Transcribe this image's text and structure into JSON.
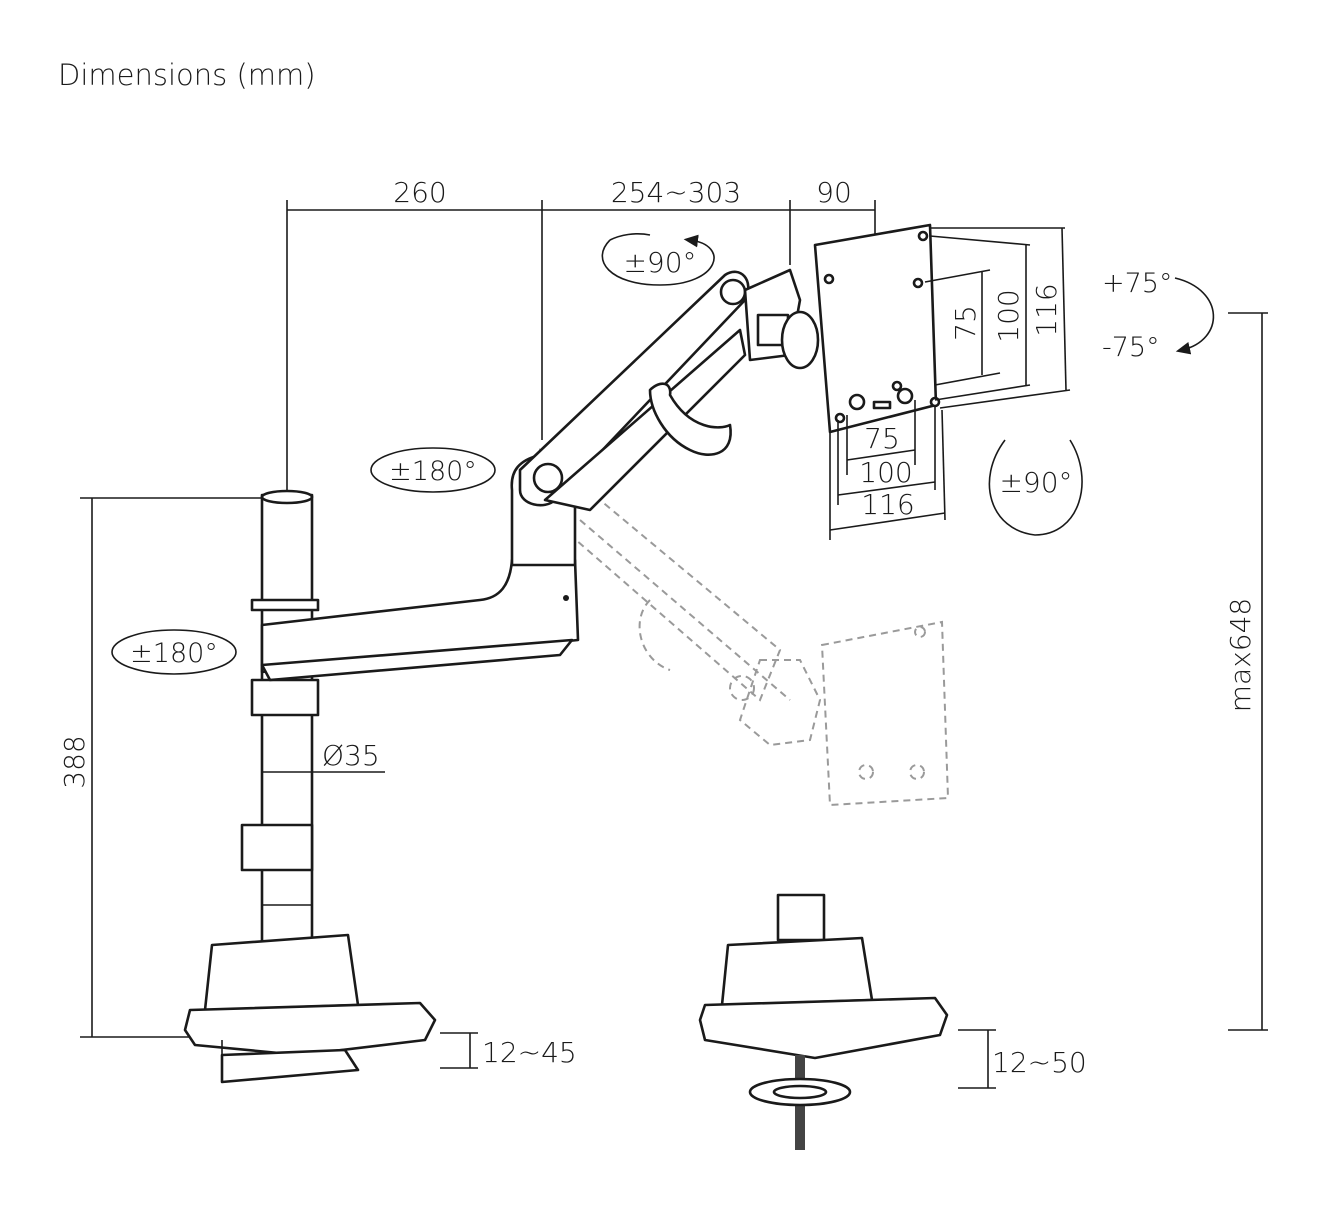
{
  "title": "Dimensions (mm)",
  "dimensions": {
    "arm_base_length": "260",
    "arm_upper_length": "254~303",
    "head_depth": "90",
    "pole_height": "388",
    "max_height": "max648",
    "pole_diameter": "Ø35",
    "clamp_thickness": "12~45",
    "grommet_thickness": "12~50",
    "vesa_vertical": [
      "75",
      "100",
      "116"
    ],
    "vesa_horizontal": [
      "75",
      "100",
      "116"
    ]
  },
  "rotations": {
    "head_swivel": "±90°",
    "tilt_up": "+75°",
    "tilt_down": "-75°",
    "elbow_swivel": "±180°",
    "base_swivel": "±180°",
    "screen_rotation": "±90°"
  },
  "colors": {
    "line": "#1a1a1a",
    "ghost": "#9a9a9a"
  }
}
